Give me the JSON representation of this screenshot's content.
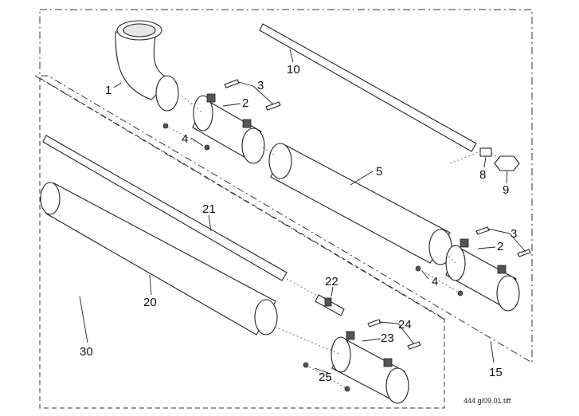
{
  "callouts": {
    "c1": "1",
    "c2a": "2",
    "c3a": "3",
    "c4a": "4",
    "c5": "5",
    "c8": "8",
    "c9": "9",
    "c10": "10",
    "c2b": "2",
    "c3b": "3",
    "c4b": "4",
    "c15": "15",
    "c20": "20",
    "c21": "21",
    "c22": "22",
    "c23": "23",
    "c24": "24",
    "c25": "25",
    "c30": "30"
  },
  "reference": "444 g/09.01.tiff"
}
